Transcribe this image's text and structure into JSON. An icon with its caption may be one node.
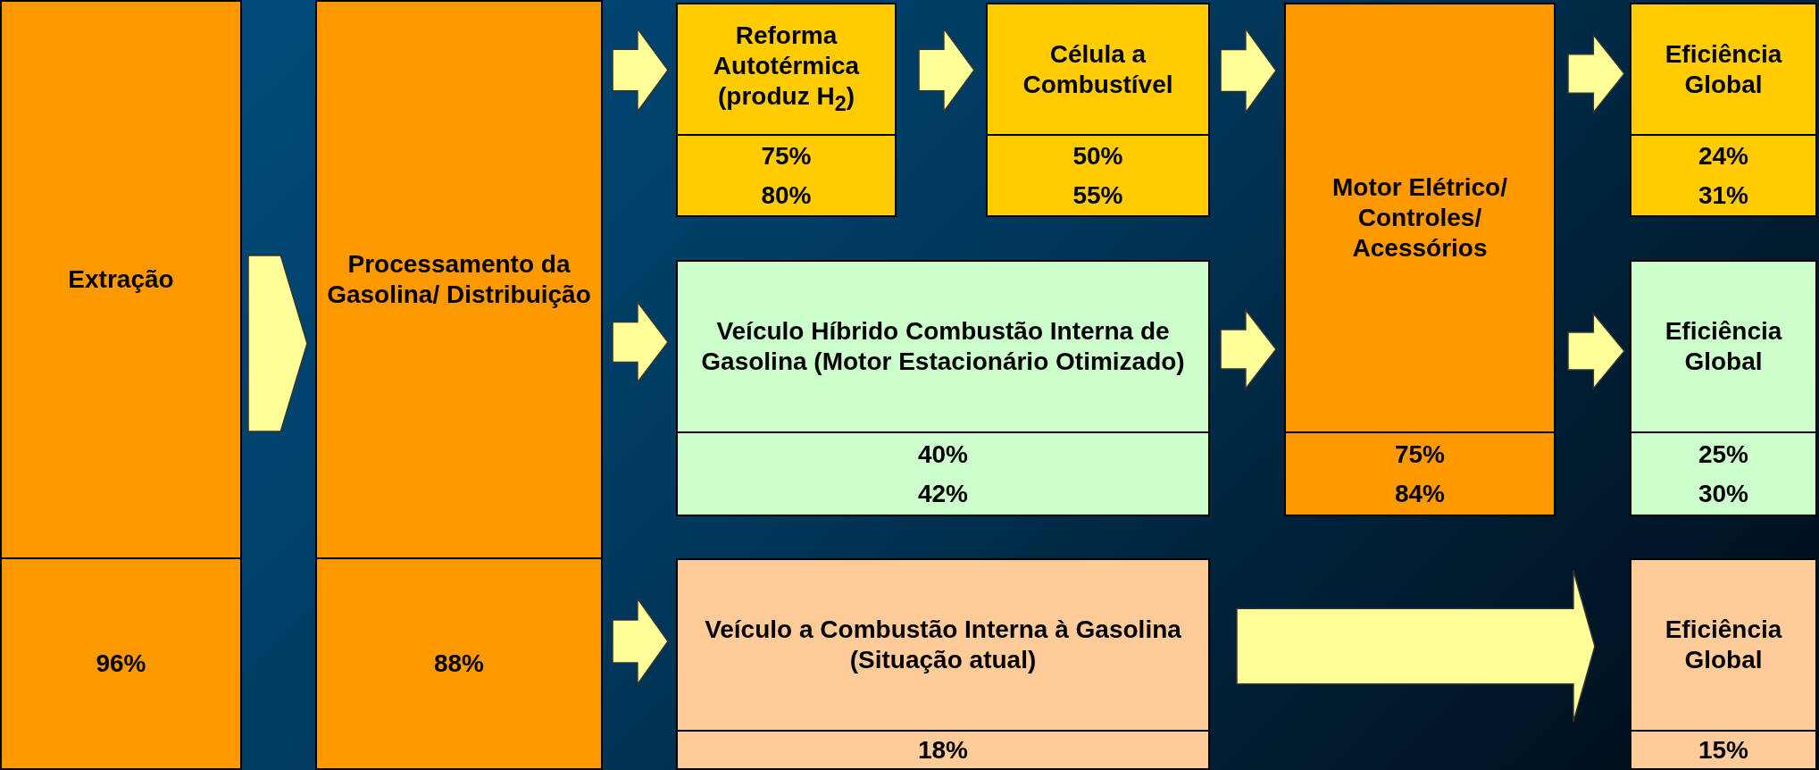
{
  "diagram": {
    "nodes": [
      {
        "text": [
          "Extração",
          "96%"
        ]
      },
      {
        "text": [
          "Processamento da Gasolina/ Distribuição",
          "88%"
        ]
      },
      {
        "text": [
          "Reforma Autotérmica (produz H$_{2}$)",
          "75%",
          "80%"
        ]
      },
      {
        "text": [
          "Célula a Combustível",
          "50%",
          "55%"
        ]
      },
      {
        "text": [
          "Motor Elétrico/ Controles/ Acessórios",
          "75%",
          "84%"
        ]
      },
      {
        "text": [
          "Eficiência Global",
          "24%",
          "31%"
        ]
      },
      {
        "text": [
          "Veículo Híbrido Combustão Interna de Gasolina (Motor Estacionário Otimizado)",
          "40%",
          "42%"
        ]
      },
      {
        "text": [
          "Eficiência Global",
          "25%",
          "30%"
        ]
      },
      {
        "text": [
          "Veículo a Combustão Interna à Gasolina (Situação atual)",
          "18%"
        ]
      },
      {
        "text": [
          "Eficiência Global",
          "15%"
        ]
      }
    ],
    "edges": [
      {
        "from": 0,
        "to": 1,
        "arrow": "to"
      },
      {
        "from": 1,
        "to": 2,
        "arrow": "to"
      },
      {
        "from": 1,
        "to": 6,
        "arrow": "to"
      },
      {
        "from": 1,
        "to": 8,
        "arrow": "to"
      },
      {
        "from": 2,
        "to": 3,
        "arrow": "to"
      },
      {
        "from": 3,
        "to": 4,
        "arrow": "to"
      },
      {
        "from": 6,
        "to": 4,
        "arrow": "to"
      },
      {
        "from": 4,
        "to": 5,
        "arrow": "to"
      },
      {
        "from": 4,
        "to": 7,
        "arrow": "to"
      },
      {
        "from": 8,
        "to": 9,
        "arrow": "to"
      }
    ]
  }
}
